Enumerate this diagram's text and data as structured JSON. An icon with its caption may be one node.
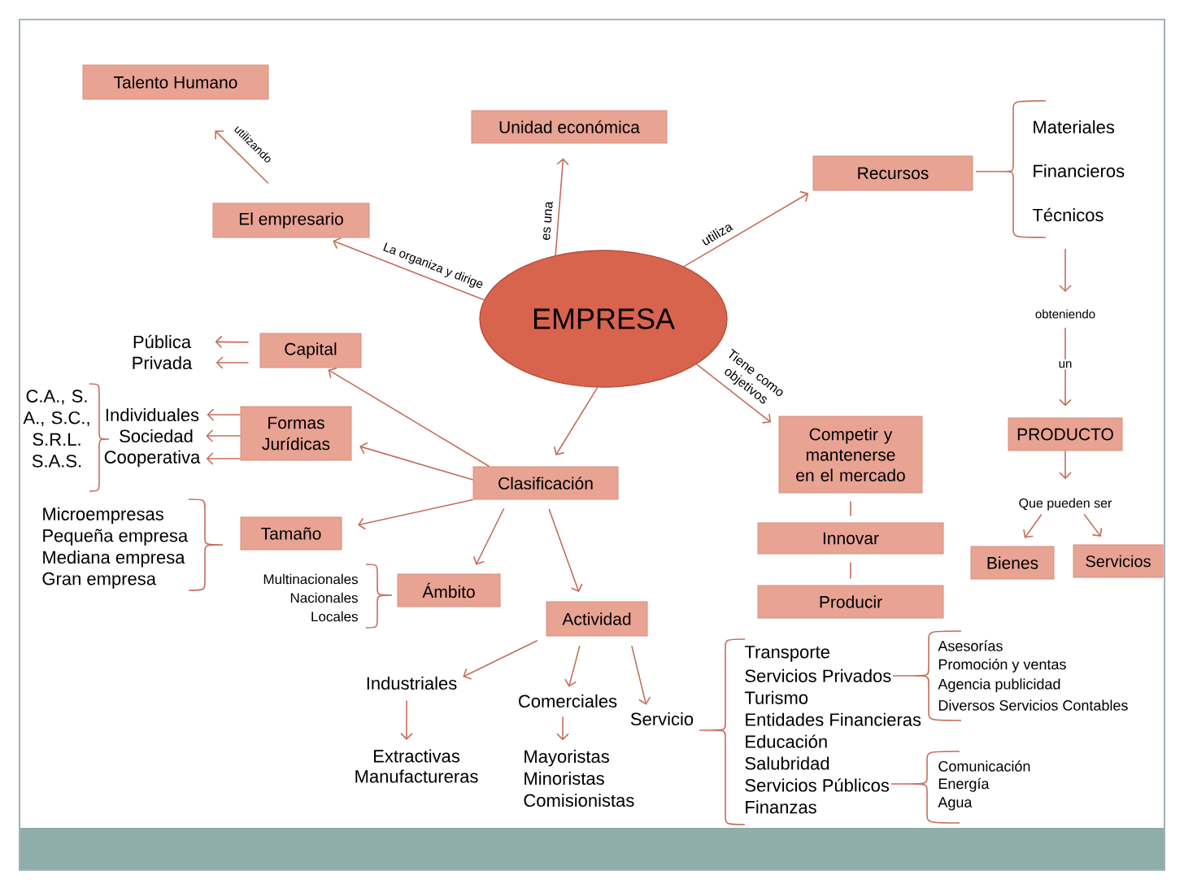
{
  "diagram": {
    "nodes": [
      {
        "text": [
          "Talento Humano"
        ]
      },
      {
        "text": [
          "Unidad económica"
        ]
      },
      {
        "text": [
          "Recursos"
        ]
      },
      {
        "text": [
          "El empresario"
        ]
      },
      {
        "text": [
          "obteniendo"
        ]
      },
      {
        "text": [
          "EMPRESA"
        ]
      },
      {
        "text": [
          "Pública"
        ]
      },
      {
        "text": [
          "Privada"
        ]
      },
      {
        "text": [
          "Capital"
        ]
      },
      {
        "text": [
          "Individuales"
        ]
      },
      {
        "text": [
          "Sociedad"
        ]
      },
      {
        "text": [
          "Cooperativa"
        ]
      },
      {
        "text": [
          "Formas Jurídicas"
        ]
      },
      {
        "text": [
          "Competir y mantenerse en el mercado"
        ]
      },
      {
        "text": [
          "PRODUCTO"
        ]
      },
      {
        "text": [
          "Clasificación"
        ]
      },
      {
        "text": [
          "Que pueden ser"
        ]
      },
      {
        "text": [
          "Tamaño"
        ]
      },
      {
        "text": [
          "Innovar"
        ]
      },
      {
        "text": [
          "Bienes"
        ]
      },
      {
        "text": [
          "Servicios"
        ]
      },
      {
        "text": [
          "Ámbito"
        ]
      },
      {
        "text": [
          "Producir"
        ]
      },
      {
        "text": [
          "Actividad"
        ]
      },
      {
        "text": [
          "Industriales"
        ]
      },
      {
        "text": [
          "Comerciales"
        ]
      },
      {
        "text": [
          "Servicio"
        ]
      },
      {
        "text": [
          "Extractivas",
          "Manufactureras"
        ]
      },
      {
        "text": [
          "Mayoristas",
          "Minoristas",
          "Comisionistas"
        ]
      }
    ],
    "edges": [
      {
        "from": 5,
        "to": 3,
        "arrow": "to",
        "label": "La organiza y dirige"
      },
      {
        "from": 3,
        "to": 0,
        "arrow": "to",
        "label": "utilizando"
      },
      {
        "from": 5,
        "to": 1,
        "arrow": "to",
        "label": "es una"
      },
      {
        "from": 5,
        "to": 2,
        "arrow": "to",
        "label": "utiliza"
      },
      {
        "from": null,
        "to": 4,
        "arrow": "to"
      },
      {
        "from": 4,
        "to": 14,
        "arrow": "to",
        "label": "un"
      },
      {
        "from": 5,
        "to": 13,
        "arrow": "to",
        "label": "Tiene como objetivos"
      },
      {
        "from": 5,
        "to": 15,
        "arrow": "to"
      },
      {
        "from": 15,
        "to": 8,
        "arrow": "to"
      },
      {
        "from": 15,
        "to": 12,
        "arrow": "to"
      },
      {
        "from": 15,
        "to": 17,
        "arrow": "to"
      },
      {
        "from": 15,
        "to": 21,
        "arrow": "to"
      },
      {
        "from": 15,
        "to": 23,
        "arrow": "to"
      },
      {
        "from": 8,
        "to": 6,
        "arrow": "to"
      },
      {
        "from": 8,
        "to": 7,
        "arrow": "to"
      },
      {
        "from": 12,
        "to": 9,
        "arrow": "to"
      },
      {
        "from": 12,
        "to": 10,
        "arrow": "to"
      },
      {
        "from": 12,
        "to": 11,
        "arrow": "to"
      },
      {
        "from": 13,
        "to": 18,
        "arrow": "none"
      },
      {
        "from": 18,
        "to": 22,
        "arrow": "none"
      },
      {
        "from": 14,
        "to": 16,
        "arrow": "to"
      },
      {
        "from": 16,
        "to": 19,
        "arrow": "to"
      },
      {
        "from": 16,
        "to": 20,
        "arrow": "to"
      },
      {
        "from": 23,
        "to": 24,
        "arrow": "to"
      },
      {
        "from": 23,
        "to": 25,
        "arrow": "to"
      },
      {
        "from": 23,
        "to": 26,
        "arrow": "to"
      },
      {
        "from": 24,
        "to": 27,
        "arrow": "to"
      },
      {
        "from": 25,
        "to": 28,
        "arrow": "to"
      }
    ],
    "labels": [
      "Materiales",
      "Financieros",
      "Técnicos",
      "C.A., S. A., S.C., S.R.L. S.A.S.",
      "Microempresas",
      "Pequeña empresa",
      "Mediana empresa",
      "Gran empresa",
      "Multinacionales",
      "Nacionales",
      "Locales",
      "Transporte",
      "Servicios Privados",
      "Turismo",
      "Entidades Financieras",
      "Educación",
      "Salubridad",
      "Servicios Públicos",
      "Finanzas",
      "Asesorías",
      "Promoción y ventas",
      "Agencia publicidad",
      "Diversos Servicios Contables",
      "Comunicación",
      "Energía",
      "Agua"
    ]
  }
}
